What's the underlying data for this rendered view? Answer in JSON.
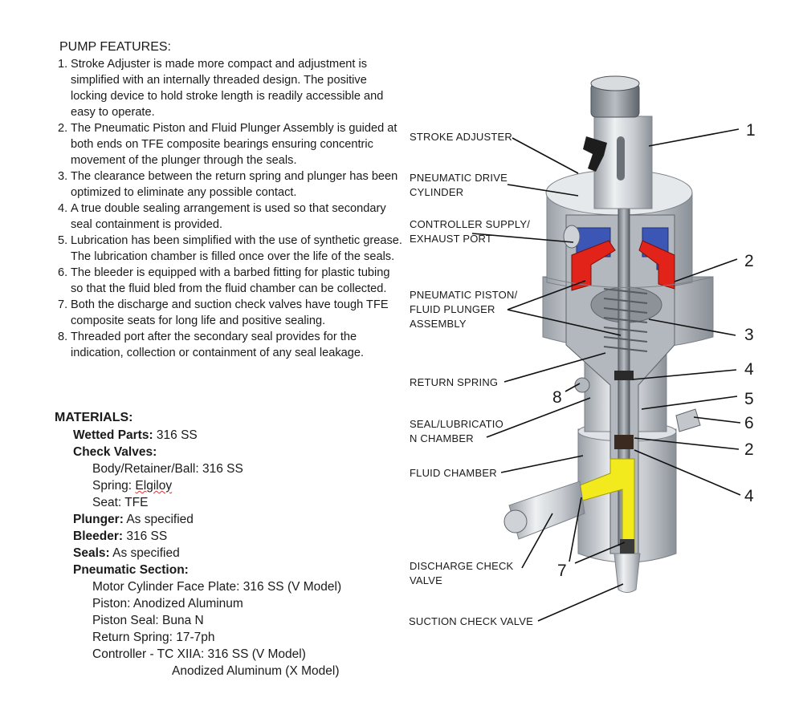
{
  "features": {
    "title": "PUMP FEATURES:",
    "items": [
      {
        "n": "1.",
        "text": "Stroke Adjuster is made more compact and adjustment is simplified with an internally threaded design. The positive locking device to hold stroke length is readily accessible and easy to operate."
      },
      {
        "n": "2.",
        "text": "The Pneumatic Piston and Fluid Plunger Assembly is guided at both ends on TFE composite bearings ensuring concentric movement of the plunger through the seals."
      },
      {
        "n": "3.",
        "text": "The clearance between the return spring and plunger has been optimized to eliminate any possible contact."
      },
      {
        "n": "4.",
        "text": "A true double sealing arrangement is used so that secondary seal containment is provided."
      },
      {
        "n": "5.",
        "text": "Lubrication has been simplified with the use of synthetic grease. The lubrication chamber is filled once over the life of the seals."
      },
      {
        "n": "6.",
        "text": "The bleeder is equipped with a barbed fitting for plastic tubing so that the fluid bled from the fluid chamber can be collected."
      },
      {
        "n": "7.",
        "text": "Both the discharge and suction check valves have tough TFE composite seats for long life and positive sealing."
      },
      {
        "n": "8.",
        "text": "Threaded port after the secondary seal provides for the indication, collection or containment of any seal leakage."
      }
    ]
  },
  "materials": {
    "title": "MATERIALS:",
    "wetted_label": "Wetted Parts:",
    "wetted_value": " 316 SS",
    "check_label": "Check Valves:",
    "check_body": "Body/Retainer/Ball: 316 SS",
    "check_spring_prefix": "Spring: ",
    "check_spring_value": "Elgiloy",
    "check_seat": "Seat: TFE",
    "plunger_label": "Plunger:",
    "plunger_value": " As specified",
    "bleeder_label": "Bleeder:",
    "bleeder_value": " 316 SS",
    "seals_label": "Seals:",
    "seals_value": " As specified",
    "pneu_label": "Pneumatic Section:",
    "pneu_face": "Motor Cylinder Face Plate: 316 SS (V Model)",
    "pneu_piston": "Piston: Anodized Aluminum",
    "pneu_seal": "Piston Seal: Buna N",
    "pneu_spring": "Return Spring: 17-7ph",
    "pneu_controller": "Controller - TC XIIA: 316 SS (V Model)",
    "pneu_controller2": "Anodized Aluminum (X Model)"
  },
  "labels": {
    "stroke_adjuster": "STROKE ADJUSTER",
    "drive_1": "PNEUMATIC DRIVE",
    "drive_2": "CYLINDER",
    "controller_1": "CONTROLLER SUPPLY/",
    "controller_2": "EXHAUST PORT",
    "piston_1": "PNEUMATIC PISTON/",
    "piston_2": "FLUID PLUNGER",
    "piston_3": "ASSEMBLY",
    "return_spring": "RETURN SPRING",
    "seal_1": "SEAL/LUBRICATIO",
    "seal_2": "N CHAMBER",
    "fluid_chamber": "FLUID CHAMBER",
    "discharge_1": "DISCHARGE CHECK",
    "discharge_2": "VALVE",
    "suction": "SUCTION CHECK VALVE"
  },
  "callouts": {
    "n1": "1",
    "n2a": "2",
    "n3": "3",
    "n4a": "4",
    "n5": "5",
    "n6": "6",
    "n2b": "2",
    "n4b": "4",
    "n7": "7",
    "n8": "8"
  },
  "colors": {
    "metal": "#cfd3d8",
    "metal_dark": "#8a9097",
    "seal_red": "#e2231a",
    "seal_blue": "#3b56b5",
    "fluid_yellow": "#f2ea1c",
    "line": "#111111"
  }
}
